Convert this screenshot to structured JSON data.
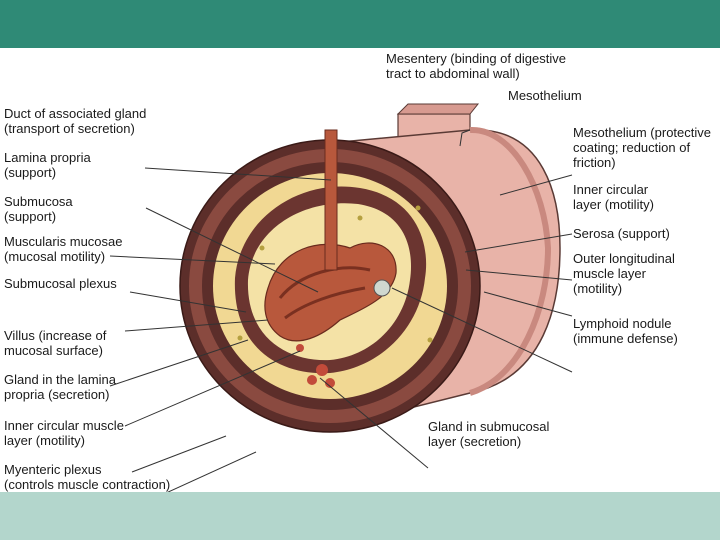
{
  "colors": {
    "top_bar": "#2f8a76",
    "bottom_bar": "#b3d6cc",
    "serosa": "#e8b3a8",
    "outer_muscle": "#5c2e2a",
    "submucosa": "#f1d893",
    "mucosa": "#b8583c",
    "leader": "#333333"
  },
  "labels": {
    "mesentery": "Mesentery (binding of digestive\ntract to abdominal wall)",
    "mesothelium_top": "Mesothelium",
    "duct": "Duct of associated gland\n(transport of secretion)",
    "mesothelium_side": "Mesothelium (protective\ncoating; reduction of\nfriction)",
    "lamina_propria": "Lamina propria\n(support)",
    "inner_circular": "Inner circular\nlayer (motility)",
    "submucosa": "Submucosa\n(support)",
    "serosa": "Serosa (support)",
    "muscularis_mucosae": "Muscularis mucosae\n(mucosal motility)",
    "outer_longitudinal": "Outer longitudinal\nmuscle layer\n(motility)",
    "submucosal_plexus": "Submucosal plexus",
    "lymphoid_nodule": "Lymphoid nodule\n(immune defense)",
    "villus": "Villus (increase of\nmucosal surface)",
    "gland_lamina": "Gland in the lamina\npropria (secretion)",
    "inner_circular_muscle": "Inner circular muscle\nlayer (motility)",
    "gland_submucosal": "Gland in submucosal\nlayer (secretion)",
    "myenteric_plexus": "Myenteric plexus\n(controls muscle contraction)"
  }
}
